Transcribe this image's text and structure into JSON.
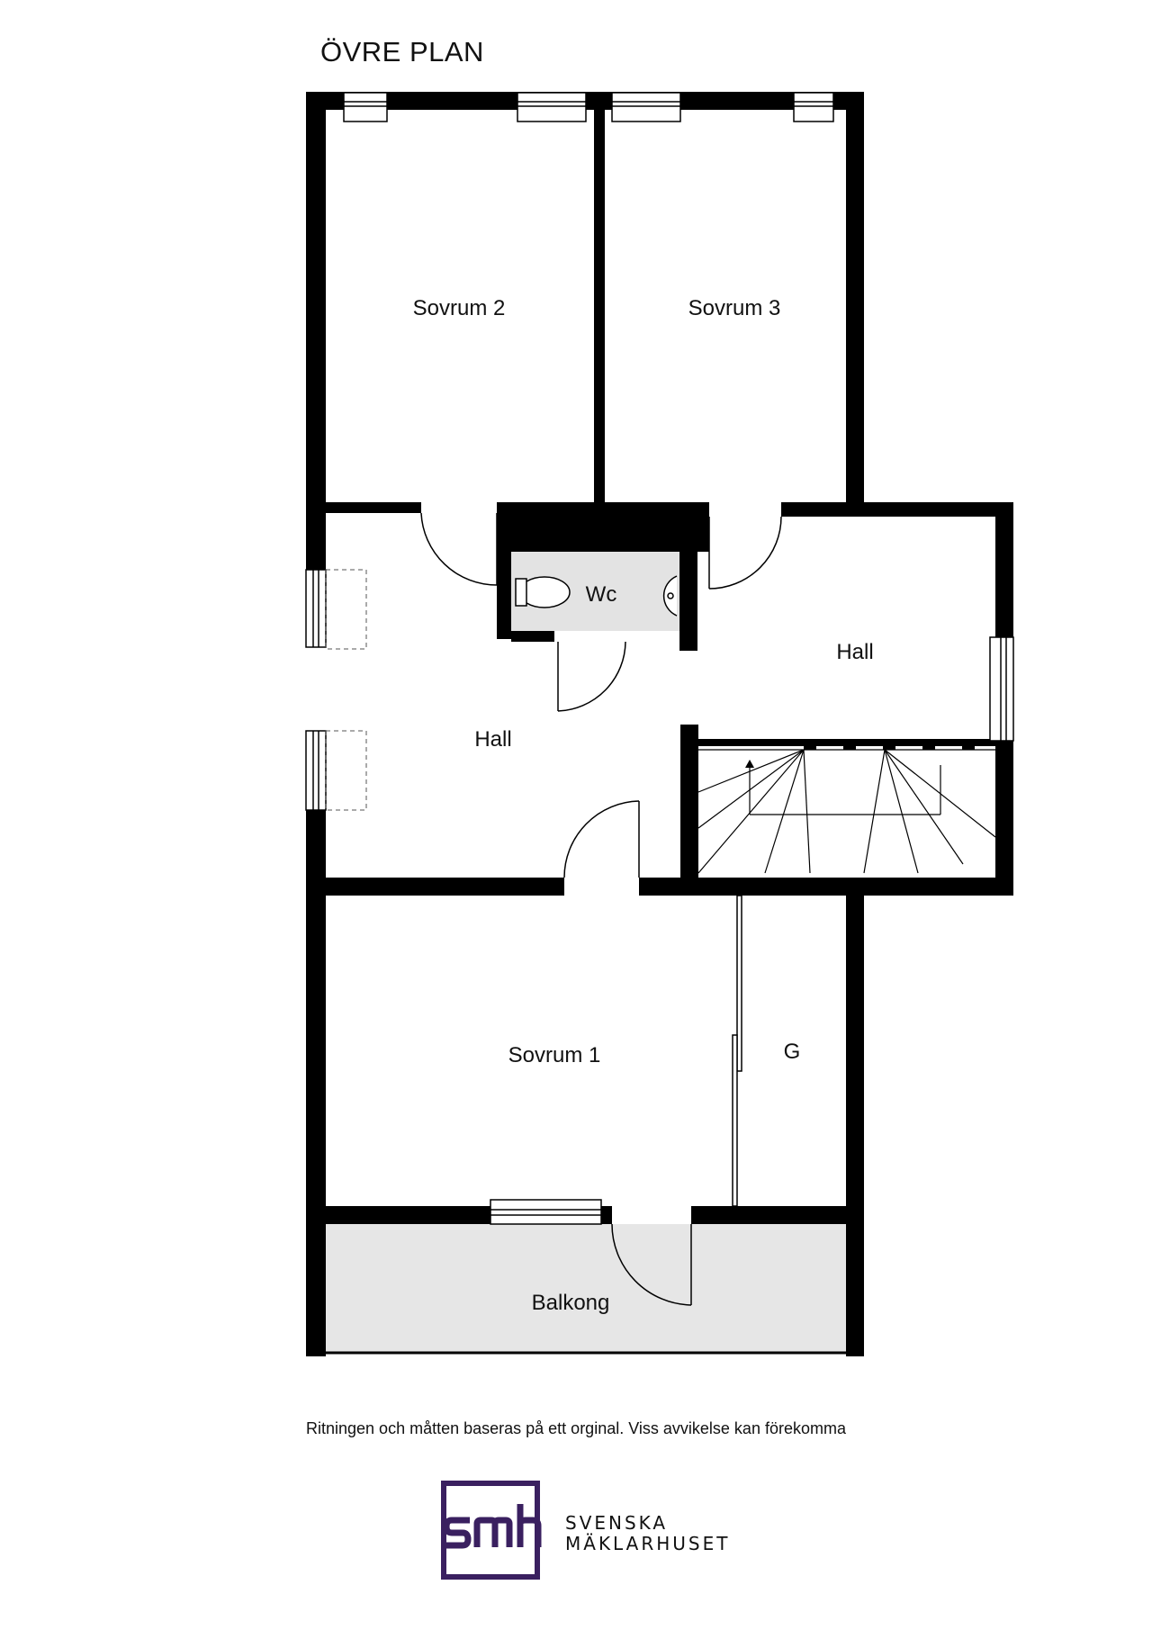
{
  "title": "ÖVRE PLAN",
  "rooms": {
    "sovrum2": "Sovrum 2",
    "sovrum3": "Sovrum 3",
    "wc": "Wc",
    "hall_left": "Hall",
    "hall_right": "Hall",
    "sovrum1": "Sovrum 1",
    "g": "G",
    "balkong": "Balkong"
  },
  "disclaimer": "Ritningen och måtten baseras på ett orginal. Viss avvikelse kan förekomma",
  "logo": {
    "mark": "smh",
    "line1": "SVENSKA",
    "line2": "MÄKLARHUSET",
    "color": "#3a2060"
  }
}
